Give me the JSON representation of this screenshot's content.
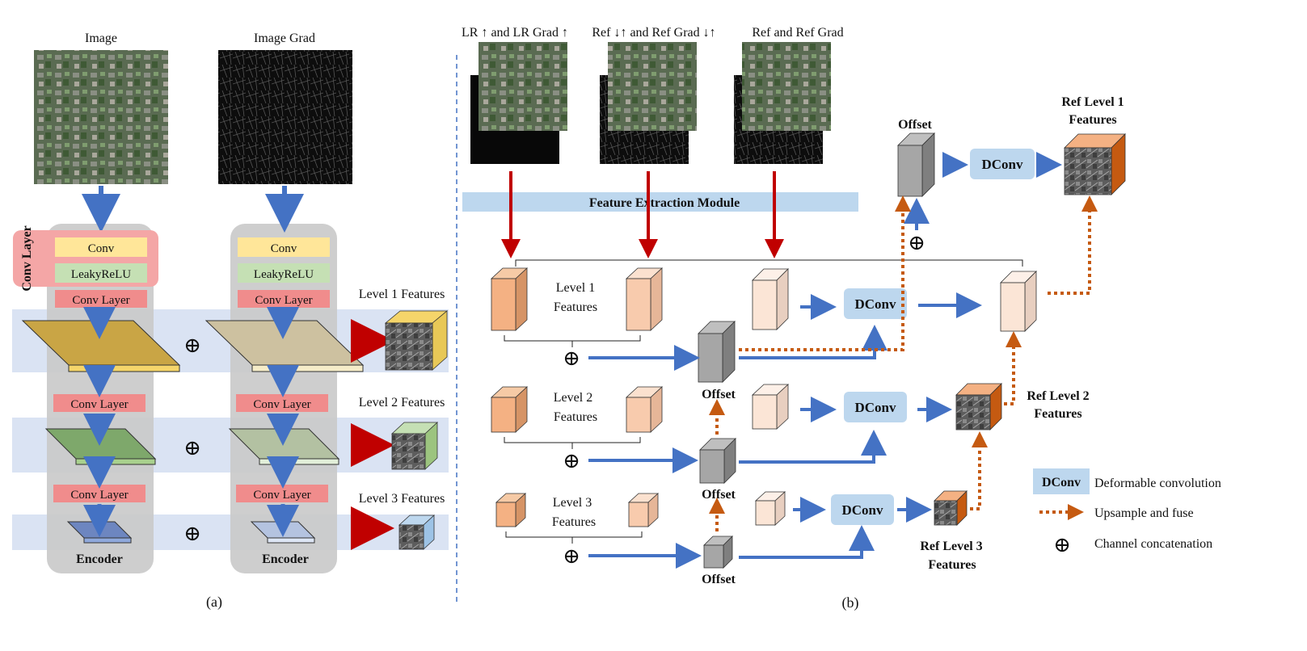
{
  "panel_a": {
    "caption": "(a)",
    "image_label": "Image",
    "grad_label": "Image Grad",
    "conv_layer_group_label": "Conv Layer",
    "conv_label": "Conv",
    "leaky_label": "LeakyReLU",
    "conv_layer_label": "Conv Layer",
    "encoder_label": "Encoder",
    "concat_symbol": "⊕",
    "level1_label": "Level 1 Features",
    "level2_label": "Level 2 Features",
    "level3_label": "Level 3 Features"
  },
  "panel_b": {
    "caption": "(b)",
    "input1_label": "LR ↑ and  LR Grad ↑",
    "input2_label": "Ref ↓↑ and Ref Grad ↓↑",
    "input3_label": "Ref and Ref Grad",
    "fem_label": "Feature Extraction Module",
    "level1_line1": "Level 1",
    "level2_line1": "Level 2",
    "level3_line1": "Level 3",
    "features_word": "Features",
    "offset_label": "Offset",
    "dconv_label": "DConv",
    "concat_symbol": "⊕",
    "ref_level1_line1": "Ref Level 1",
    "ref_level2_line1": "Ref Level 2",
    "ref_level3_line1": "Ref Level 3"
  },
  "legend": {
    "dconv_key": "DConv",
    "dconv_desc": "Deformable convolution",
    "upsample_desc": "Upsample and fuse",
    "concat_key": "⊕",
    "concat_desc": "Channel concatenation"
  },
  "colors": {
    "blue_arrow": "#4472c4",
    "red_arrow": "#c00000",
    "orange_dotted": "#c55a11",
    "dconv_fill": "#bdd7ee",
    "conv_fill": "#ffe699",
    "leaky_fill": "#c5e0b4",
    "conv_layer_fill": "#f4a0a0",
    "encoder_bg": "#cfcfcf",
    "level_band": "#dae3f3",
    "fem_fill": "#bdd7ee"
  }
}
